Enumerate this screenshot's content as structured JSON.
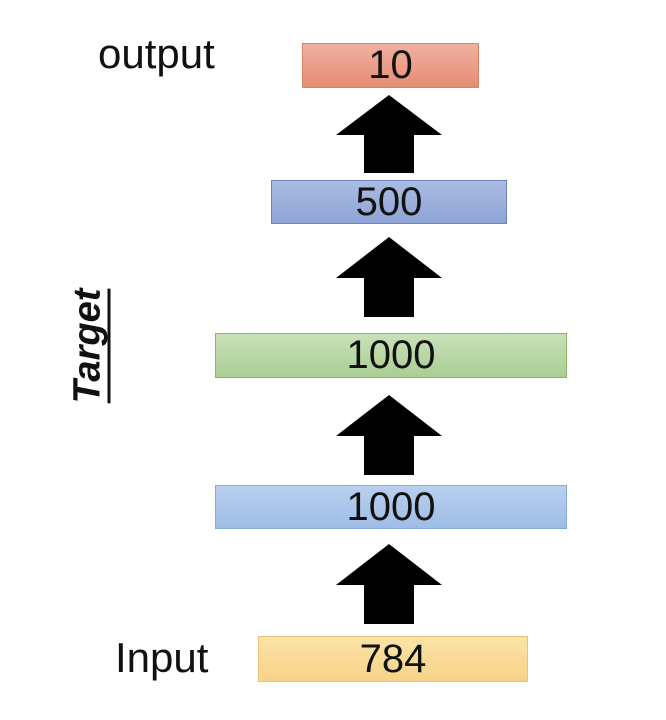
{
  "labels": {
    "output": "output",
    "input": "Input",
    "vertical": "Target"
  },
  "layers": [
    {
      "id": "output-layer",
      "value": "10",
      "color_top": "#f0b1a1",
      "color_bottom": "#e58d74",
      "border": "#d9826a"
    },
    {
      "id": "hidden-layer-3",
      "value": "500",
      "color_top": "#a9bce2",
      "color_bottom": "#8ea4d4",
      "border": "#6d86c2"
    },
    {
      "id": "hidden-layer-2",
      "value": "1000",
      "color_top": "#c9e1b9",
      "color_bottom": "#a9ce92",
      "border": "#88b86e"
    },
    {
      "id": "hidden-layer-1",
      "value": "1000",
      "color_top": "#b9d0ee",
      "color_bottom": "#9ebde6",
      "border": "#86a9d9"
    },
    {
      "id": "input-layer",
      "value": "784",
      "color_top": "#fbe3a8",
      "color_bottom": "#f7d387",
      "border": "#eac27a"
    }
  ],
  "arrow_color": "#000000"
}
